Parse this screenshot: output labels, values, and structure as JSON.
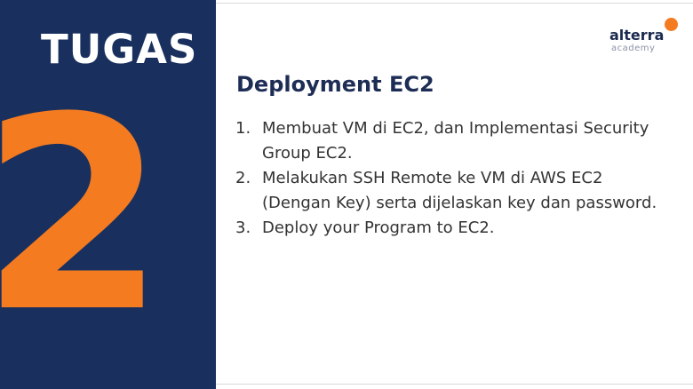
{
  "left_panel": {
    "title": "TUGAS",
    "number": "2"
  },
  "logo": {
    "word": "alterra",
    "sub": "academy"
  },
  "content": {
    "heading": "Deployment EC2",
    "tasks": [
      {
        "num": "1.",
        "text": "Membuat VM di EC2, dan Implementasi Security Group EC2."
      },
      {
        "num": "2.",
        "text": "Melakukan SSH Remote ke VM di AWS EC2 (Dengan Key) serta dijelaskan key dan password."
      },
      {
        "num": "3.",
        "text": "Deploy your Program to EC2."
      }
    ]
  },
  "colors": {
    "panel_bg": "#19305e",
    "accent": "#f47b20",
    "heading": "#1e2d55",
    "body_text": "#333333"
  },
  "icons": [
    "logo-dot-icon"
  ]
}
